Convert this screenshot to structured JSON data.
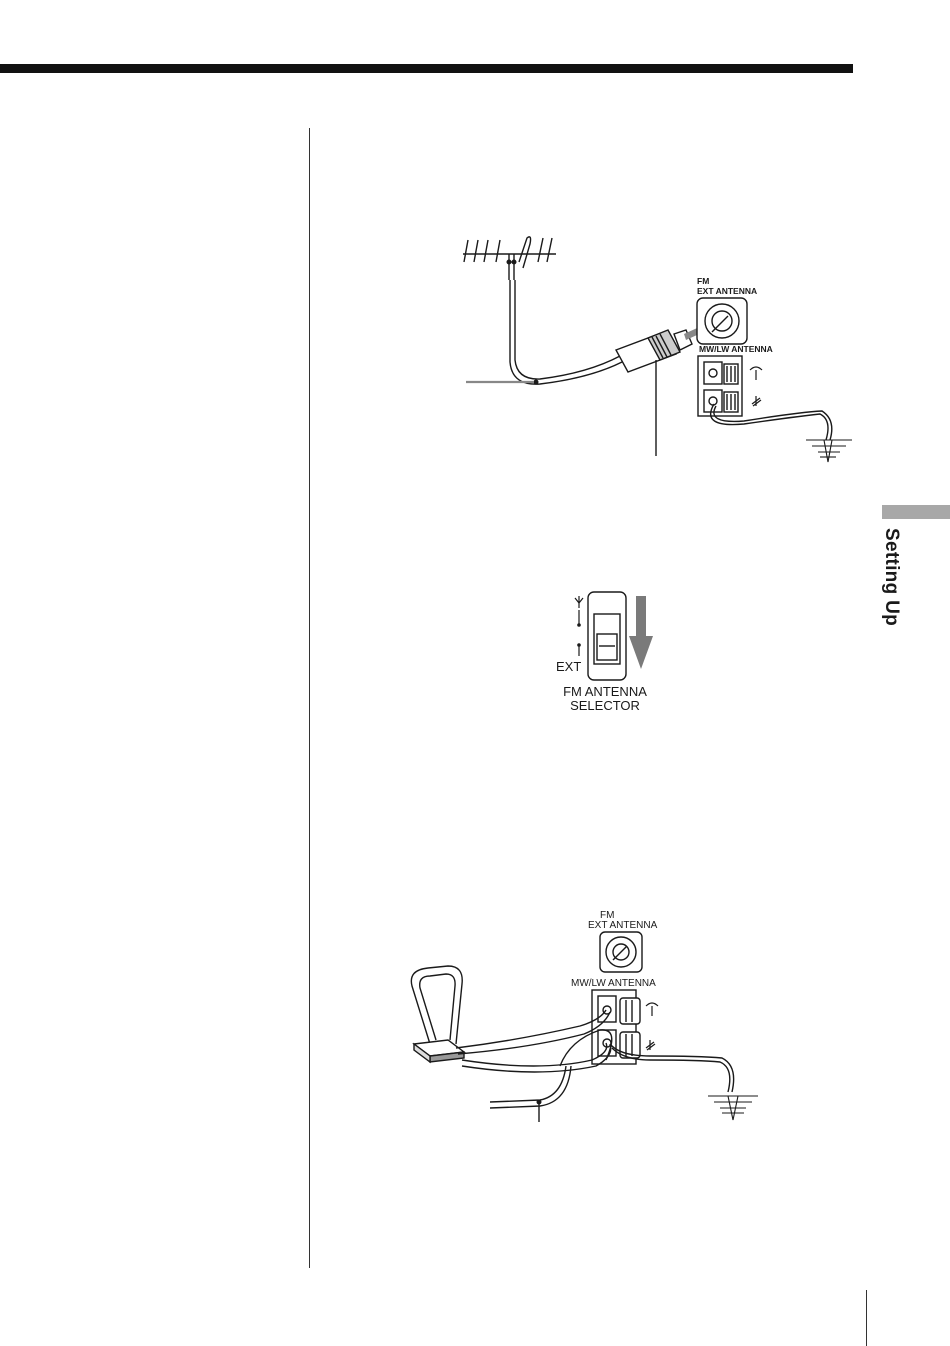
{
  "section_tab": "Setting Up",
  "figure1": {
    "fm_label_line1": "FM",
    "fm_label_line2": "EXT ANTENNA",
    "mwlw_label": "MW/LW ANTENNA"
  },
  "figure2": {
    "ext_label": "EXT",
    "selector_line1": "FM ANTENNA",
    "selector_line2": "SELECTOR"
  },
  "figure3": {
    "fm_label_line1": "FM",
    "fm_label_line2": "EXT ANTENNA",
    "mwlw_label": "MW/LW ANTENNA"
  }
}
